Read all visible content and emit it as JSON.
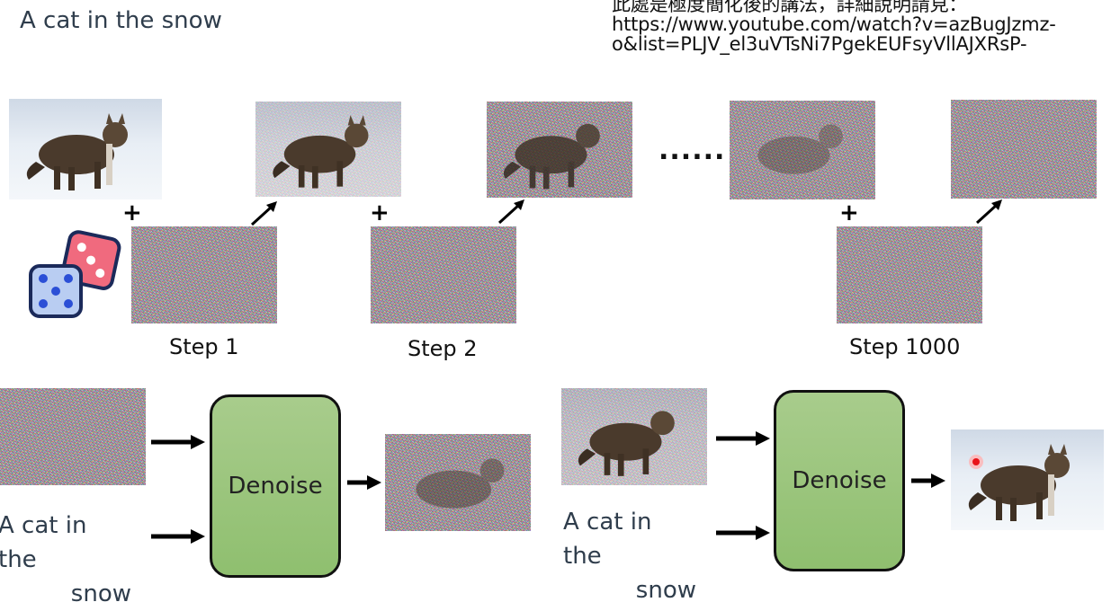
{
  "title": "A cat in the snow",
  "note": {
    "line1": "此處是極度簡化後的講法，詳細說明請見：",
    "line2": "https://www.youtube.com/watch?v=azBugJzmz-",
    "line3": "o&list=PLJV_el3uVTsNi7PgekEUFsyVllAJXRsP-"
  },
  "steps": [
    "Step 1",
    "Step 2",
    "Step 1000"
  ],
  "ellipsis": "......",
  "plus": "+",
  "denoise": {
    "box1": "Denoise",
    "box2": "Denoise"
  },
  "prompt": {
    "left_line1": "A cat in the",
    "left_line2": "snow",
    "right_line1": "A cat in the",
    "right_line2": "snow"
  },
  "colors": {
    "denoise_fill": "#9ec57f",
    "text_dark": "#2f3d4c"
  }
}
